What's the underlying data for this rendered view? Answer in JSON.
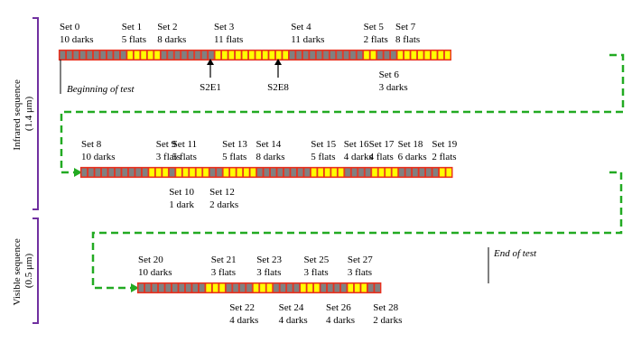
{
  "colors": {
    "dark": "#808080",
    "flat": "#ffff00",
    "cell_border": "#e8311f",
    "bracket": "#7030a0",
    "connector": "#22aa22"
  },
  "side_labels": {
    "infrared": [
      "Infrared sequence",
      "(1.4 μm)"
    ],
    "visible": [
      "Visible sequence",
      "(0.5 μm)"
    ]
  },
  "rows": [
    {
      "sets": [
        {
          "name": "Set 0",
          "desc": "10 darks",
          "count": 10,
          "kind": "dark"
        },
        {
          "name": "Set 1",
          "desc": "5 flats",
          "count": 5,
          "kind": "flat"
        },
        {
          "name": "Set 2",
          "desc": "8 darks",
          "count": 8,
          "kind": "dark"
        },
        {
          "name": "Set 3",
          "desc": "11 flats",
          "count": 11,
          "kind": "flat"
        },
        {
          "name": "Set 4",
          "desc": "11 darks",
          "count": 11,
          "kind": "dark"
        },
        {
          "name": "Set 5",
          "desc": "2 flats",
          "count": 2,
          "kind": "flat"
        },
        {
          "name": "Set 6",
          "desc": "3 darks",
          "count": 3,
          "kind": "dark"
        },
        {
          "name": "Set 7",
          "desc": "8 flats",
          "count": 8,
          "kind": "flat"
        }
      ]
    },
    {
      "sets": [
        {
          "name": "Set 8",
          "desc": "10 darks",
          "count": 10,
          "kind": "dark"
        },
        {
          "name": "Set 9",
          "desc": "3 flats",
          "count": 3,
          "kind": "flat"
        },
        {
          "name": "Set 10",
          "desc": "1 dark",
          "count": 1,
          "kind": "dark"
        },
        {
          "name": "Set 11",
          "desc": "5 flats",
          "count": 5,
          "kind": "flat"
        },
        {
          "name": "Set 12",
          "desc": "2 darks",
          "count": 2,
          "kind": "dark"
        },
        {
          "name": "Set 13",
          "desc": "5 flats",
          "count": 5,
          "kind": "flat"
        },
        {
          "name": "Set 14",
          "desc": "8 darks",
          "count": 8,
          "kind": "dark"
        },
        {
          "name": "Set 15",
          "desc": "5 flats",
          "count": 5,
          "kind": "flat"
        },
        {
          "name": "Set 16",
          "desc": "4 darks",
          "count": 4,
          "kind": "dark"
        },
        {
          "name": "Set 17",
          "desc": "4 flats",
          "count": 4,
          "kind": "flat"
        },
        {
          "name": "Set 18",
          "desc": "6 darks",
          "count": 6,
          "kind": "dark"
        },
        {
          "name": "Set 19",
          "desc": "2 flats",
          "count": 2,
          "kind": "flat"
        }
      ]
    },
    {
      "sets": [
        {
          "name": "Set 20",
          "desc": "10 darks",
          "count": 10,
          "kind": "dark"
        },
        {
          "name": "Set 21",
          "desc": "3 flats",
          "count": 3,
          "kind": "flat"
        },
        {
          "name": "Set 22",
          "desc": "4 darks",
          "count": 4,
          "kind": "dark"
        },
        {
          "name": "Set 23",
          "desc": "3 flats",
          "count": 3,
          "kind": "flat"
        },
        {
          "name": "Set 24",
          "desc": "4 darks",
          "count": 4,
          "kind": "dark"
        },
        {
          "name": "Set 25",
          "desc": "3 flats",
          "count": 3,
          "kind": "flat"
        },
        {
          "name": "Set 26",
          "desc": "4 darks",
          "count": 4,
          "kind": "dark"
        },
        {
          "name": "Set 27",
          "desc": "3 flats",
          "count": 3,
          "kind": "flat"
        },
        {
          "name": "Set 28",
          "desc": "2 darks",
          "count": 2,
          "kind": "dark"
        }
      ]
    }
  ],
  "annotations": {
    "beginning": "Beginning of test",
    "end": "End of test",
    "s2e1": "S2E1",
    "s2e8": "S2E8"
  }
}
